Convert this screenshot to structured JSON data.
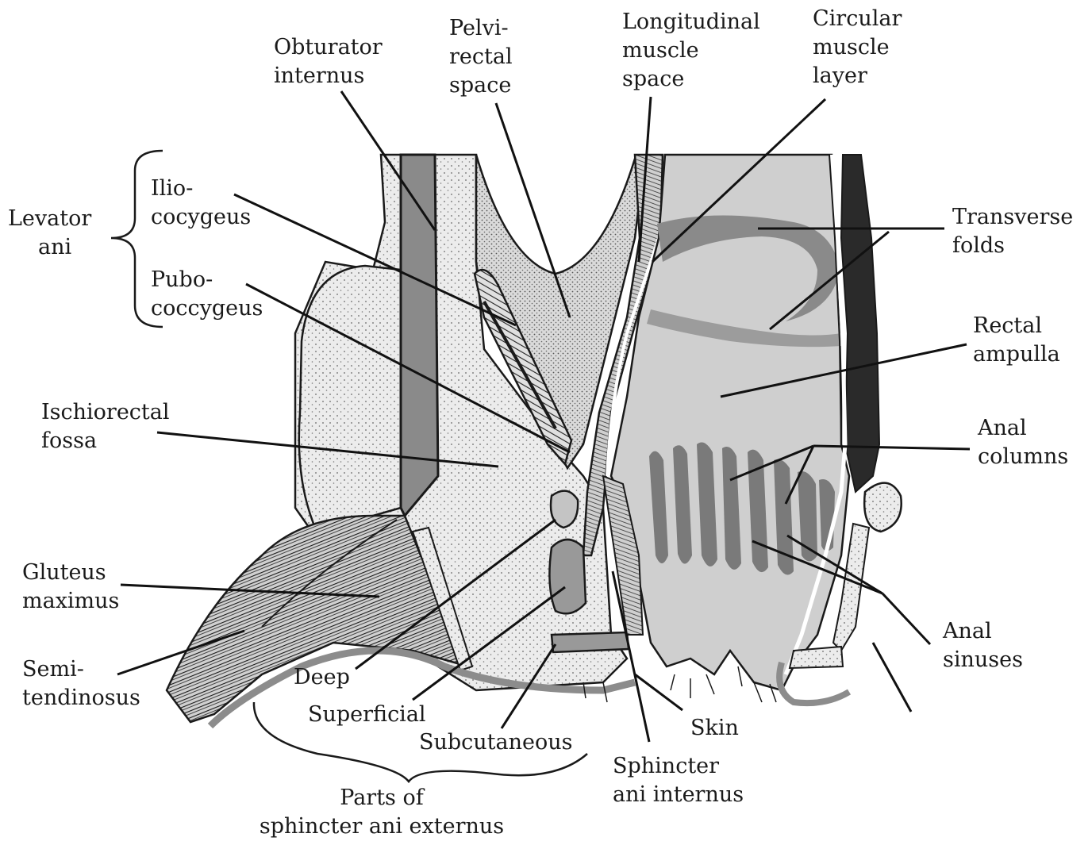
{
  "labels": {
    "obturator_internus": [
      "Obturator",
      "internus"
    ],
    "pelvirectal_space": [
      "Pelvi-",
      "rectal",
      "space"
    ],
    "longitudinal_muscle_space": [
      "Longitudinal",
      "muscle",
      "space"
    ],
    "circular_muscle_layer": [
      "Circular",
      "muscle",
      "layer"
    ],
    "levator_ani": [
      "Levator",
      "ani"
    ],
    "iliococcygeus": [
      "Ilio-",
      "cocygeus"
    ],
    "pubococcygeus": [
      "Pubo-",
      "coccygeus"
    ],
    "transverse_folds": [
      "Transverse",
      "folds"
    ],
    "rectal_ampulla": [
      "Rectal",
      "ampulla"
    ],
    "ischiorectal_fossa": [
      "Ischiorectal",
      "fossa"
    ],
    "anal_columns": [
      "Anal",
      "columns"
    ],
    "gluteus_maximus": [
      "Gluteus",
      "maximus"
    ],
    "semitendinosus": [
      "Semi-",
      "tendinosus"
    ],
    "anal_sinuses": [
      "Anal",
      "sinuses"
    ],
    "deep": [
      "Deep"
    ],
    "superficial": [
      "Superficial"
    ],
    "subcutaneous": [
      "Subcutaneous"
    ],
    "skin": [
      "Skin"
    ],
    "sphincter_ani_internus": [
      "Sphincter",
      "ani internus"
    ],
    "parts_of_sphincter_ani_externus": [
      "Parts of",
      "sphincter ani externus"
    ]
  },
  "colors": {
    "background": "#ffffff",
    "ink": "#1a1a1a",
    "dark_gray": "#7a7a7a",
    "mid_gray": "#a8a8a8",
    "light_gray": "#cfcfcf",
    "stipple_fill": "#e6e6e6"
  }
}
